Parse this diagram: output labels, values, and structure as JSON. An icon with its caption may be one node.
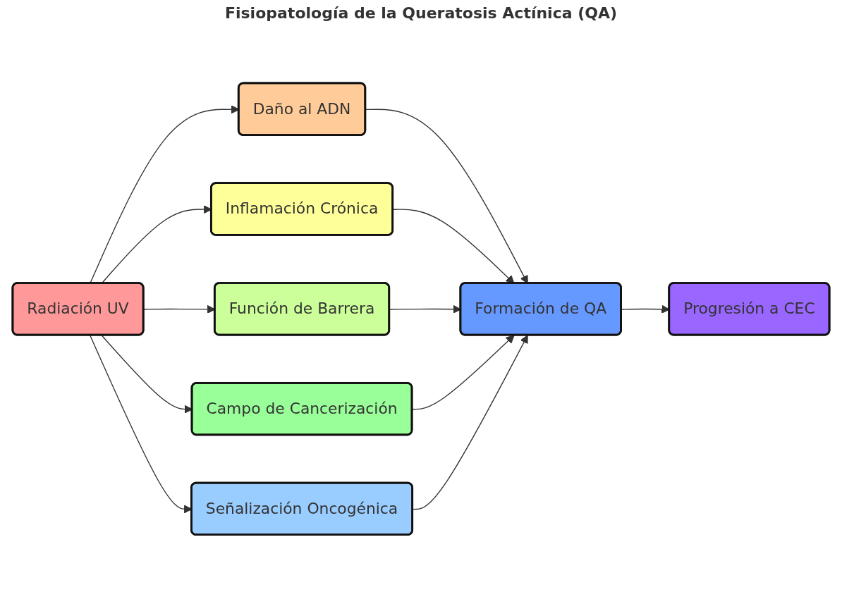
{
  "diagram": {
    "title": "Fisiopatología de la Queratosis Actínica (QA)",
    "nodes": [
      {
        "text": [
          "Radiación UV"
        ]
      },
      {
        "text": [
          "Daño al ADN"
        ]
      },
      {
        "text": [
          "Inflamación Crónica"
        ]
      },
      {
        "text": [
          "Función de Barrera"
        ]
      },
      {
        "text": [
          "Formación de QA"
        ]
      },
      {
        "text": [
          "Progresión a CEC"
        ]
      },
      {
        "text": [
          "Campo de Cancerización"
        ]
      },
      {
        "text": [
          "Señalización Oncogénica"
        ]
      }
    ],
    "edges": [
      {
        "from": 0,
        "to": 1,
        "arrow": "to"
      },
      {
        "from": 0,
        "to": 2,
        "arrow": "to"
      },
      {
        "from": 0,
        "to": 3,
        "arrow": "to"
      },
      {
        "from": 0,
        "to": 6,
        "arrow": "to"
      },
      {
        "from": 0,
        "to": 7,
        "arrow": "to"
      },
      {
        "from": 1,
        "to": 4,
        "arrow": "to"
      },
      {
        "from": 2,
        "to": 4,
        "arrow": "to"
      },
      {
        "from": 3,
        "to": 4,
        "arrow": "to"
      },
      {
        "from": 6,
        "to": 4,
        "arrow": "to"
      },
      {
        "from": 7,
        "to": 4,
        "arrow": "to"
      },
      {
        "from": 4,
        "to": 5,
        "arrow": "to"
      }
    ]
  }
}
